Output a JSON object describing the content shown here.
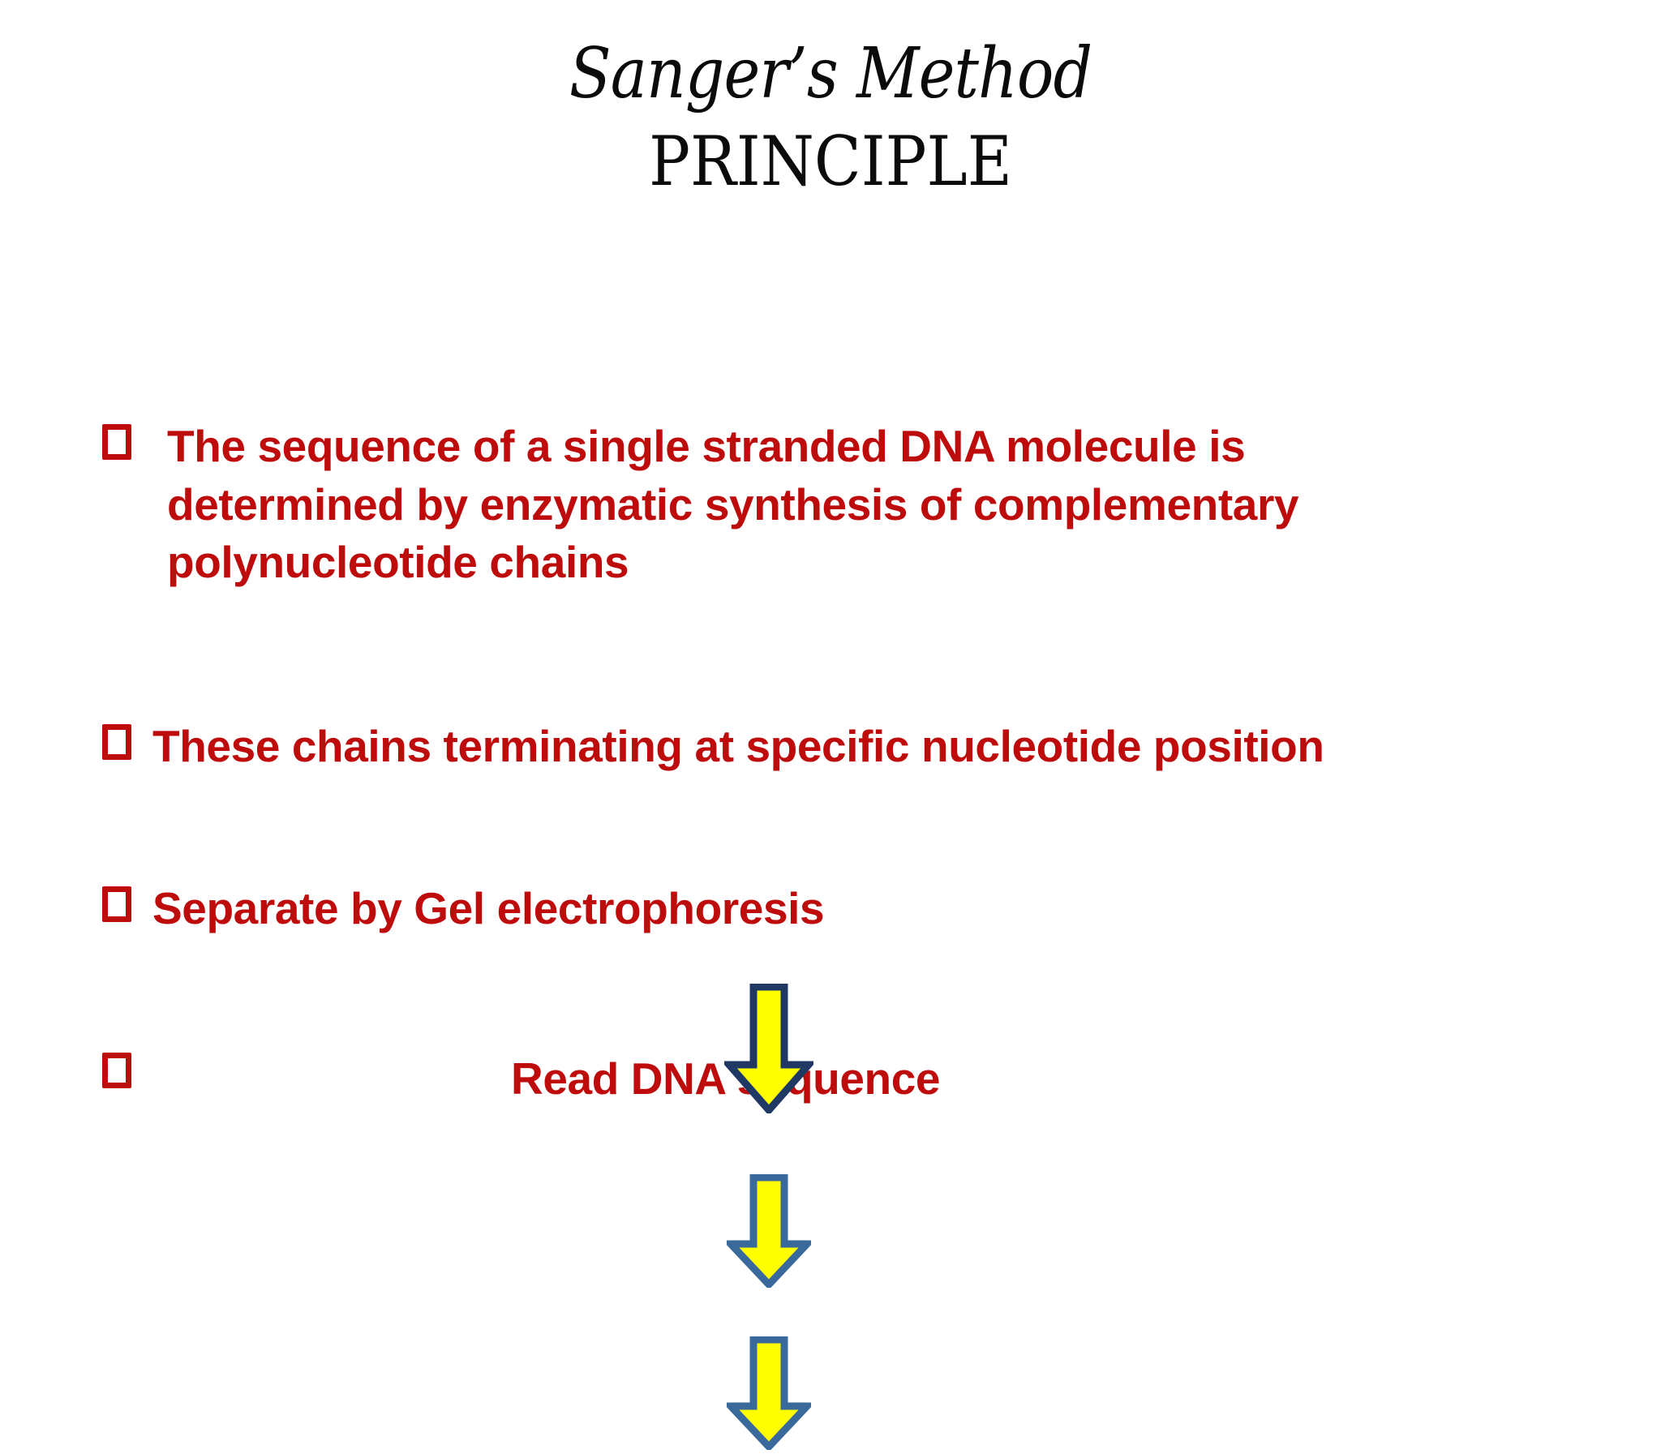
{
  "slide": {
    "background_color": "#FFFFFF",
    "title": "Sanger’s Method",
    "subtitle": "PRINCIPLE",
    "title_color": "#0B0B0B",
    "body_text_color": "#BE0C0C",
    "bullet_marker_glyph": "❑",
    "bullets": [
      {
        "id": "bullet-1",
        "marker": "❑",
        "text": "The sequence of a single stranded DNA molecule is\ndetermined by enzymatic synthesis of complementary\npolynucleotide chains"
      },
      {
        "id": "bullet-2",
        "marker": "❑",
        "text": "These chains terminating at specific nucleotide position"
      },
      {
        "id": "bullet-3",
        "marker": "❑",
        "text": "Separate by Gel electrophoresis"
      },
      {
        "id": "bullet-4",
        "marker": "❑",
        "text": "",
        "centered_label": "Read DNA sequence"
      }
    ],
    "arrows": [
      {
        "id": "arrow-1",
        "name": "down-arrow-icon",
        "direction": "down",
        "fill_color": "#FFFF00",
        "outline_color": "#1F3864",
        "width": 110,
        "height": 160
      },
      {
        "id": "arrow-2",
        "name": "down-arrow-icon",
        "direction": "down",
        "fill_color": "#FFFF00",
        "outline_color": "#3A6A9B",
        "width": 104,
        "height": 140
      },
      {
        "id": "arrow-3",
        "name": "down-arrow-icon",
        "direction": "down",
        "fill_color": "#FFFF00",
        "outline_color": "#3A6A9B",
        "width": 104,
        "height": 140
      }
    ]
  }
}
